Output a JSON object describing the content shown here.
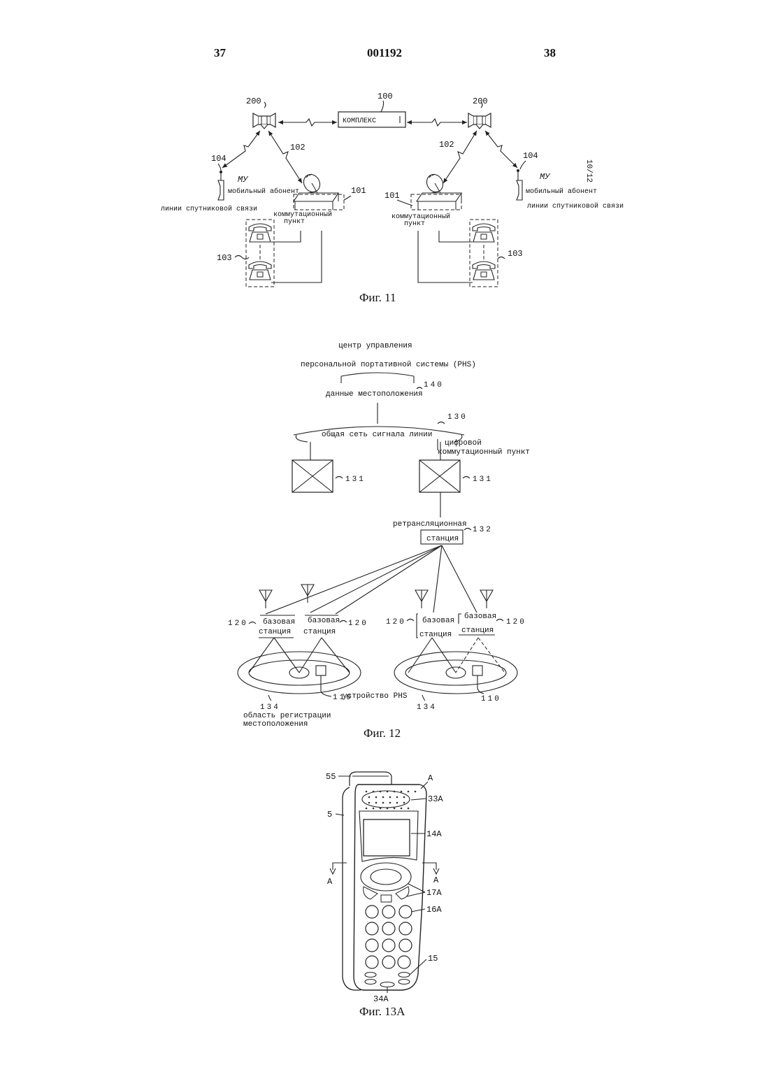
{
  "header": {
    "page_left": "37",
    "doc_number": "001192",
    "page_right": "38"
  },
  "fig11": {
    "caption": "Фиг. 11",
    "complex_label": "КОМПЛЕКС",
    "refs": {
      "complex": "100",
      "satellite": "200",
      "link": "102",
      "terminal": "104",
      "switch": "101",
      "phones": "103"
    },
    "mu_label": "МУ",
    "mobile_text": "мобильный абонент",
    "mobile_text_right": "мобильный абонент",
    "sat_line_text": "линии спутниковой связи",
    "sat_line_text_right": "линии спутниковой связи",
    "switch_text_1": "коммутационный",
    "switch_text_2": "пункт",
    "side_mark": "10/12"
  },
  "fig12": {
    "caption": "Фиг. 12",
    "center_line1": "центр управления",
    "center_line2": "персональной портативной системы (PHS)",
    "location_data": "данные местоположения",
    "ref_140": "140",
    "common_net": "общая сеть сигнала линии",
    "ref_130": "130",
    "digital_line1": "цифровой",
    "digital_line2": "коммутационный пункт",
    "ref_131": "131",
    "relay_line1": "ретрансляционная",
    "relay_line2": "станция",
    "ref_132": "132",
    "base_line1": "базовая",
    "base_line2": "станция",
    "ref_120": "120",
    "ref_134": "134",
    "ref_110": "110",
    "phs_device": "устройство PHS",
    "reg_area_line1": "область регистрации",
    "reg_area_line2": "местоположения"
  },
  "fig13a": {
    "caption": "Фиг. 13А",
    "refs": {
      "r55": "55",
      "rA": "A",
      "r33A": "33A",
      "r5": "5",
      "r14A": "14A",
      "r17A": "17A",
      "r16A": "16A",
      "r15": "15",
      "r34A": "34A"
    }
  }
}
